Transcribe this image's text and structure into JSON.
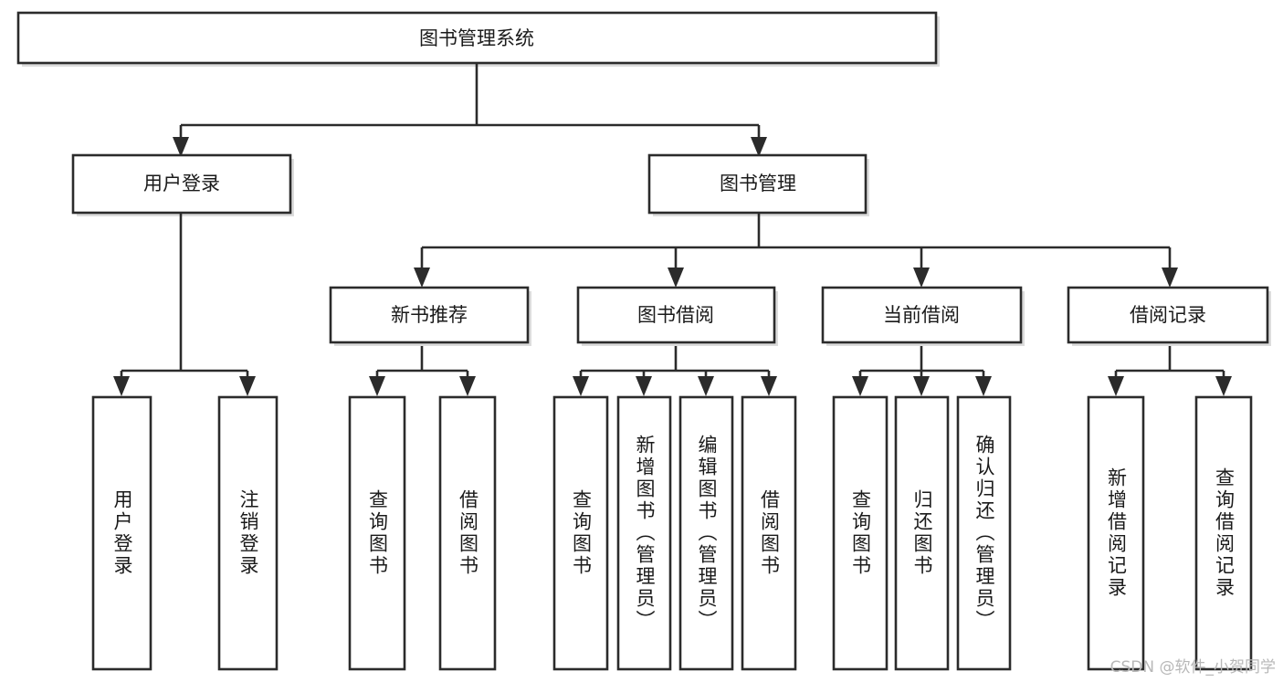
{
  "diagram": {
    "title": "图书管理系统",
    "type": "tree",
    "watermark": "CSDN @软件_小贺同学",
    "colors": {
      "stroke": "#2b2b2b",
      "fill": "#ffffff",
      "text": "#1a1a1a",
      "shadow": "#bfbfbf",
      "watermark": "#b8b8b8"
    },
    "nodes": {
      "root": {
        "label": "图书管理系统"
      },
      "level2": [
        {
          "id": "user-login",
          "label": "用户登录"
        },
        {
          "id": "book-management",
          "label": "图书管理"
        }
      ],
      "level3": [
        {
          "id": "new-book-recommend",
          "label": "新书推荐"
        },
        {
          "id": "book-borrow",
          "label": "图书借阅"
        },
        {
          "id": "current-borrow",
          "label": "当前借阅"
        },
        {
          "id": "borrow-record",
          "label": "借阅记录"
        }
      ],
      "leaves": [
        {
          "id": "leaf-user-login",
          "label": "用户登录",
          "parent": "user-login"
        },
        {
          "id": "leaf-logout-login",
          "label": "注销登录",
          "parent": "user-login"
        },
        {
          "id": "leaf-query-book-1",
          "label": "查询图书",
          "parent": "new-book-recommend"
        },
        {
          "id": "leaf-borrow-book-1",
          "label": "借阅图书",
          "parent": "new-book-recommend"
        },
        {
          "id": "leaf-query-book-2",
          "label": "查询图书",
          "parent": "book-borrow"
        },
        {
          "id": "leaf-add-book",
          "label": "新增图书（管理员）",
          "parent": "book-borrow"
        },
        {
          "id": "leaf-edit-book",
          "label": "编辑图书（管理员）",
          "parent": "book-borrow"
        },
        {
          "id": "leaf-borrow-book-2",
          "label": "借阅图书",
          "parent": "book-borrow"
        },
        {
          "id": "leaf-query-book-3",
          "label": "查询图书",
          "parent": "current-borrow"
        },
        {
          "id": "leaf-return-book",
          "label": "归还图书",
          "parent": "current-borrow"
        },
        {
          "id": "leaf-confirm-return",
          "label": "确认归还（管理员）",
          "parent": "current-borrow"
        },
        {
          "id": "leaf-add-record",
          "label": "新增借阅记录",
          "parent": "borrow-record"
        },
        {
          "id": "leaf-query-record",
          "label": "查询借阅记录",
          "parent": "borrow-record"
        }
      ]
    }
  }
}
